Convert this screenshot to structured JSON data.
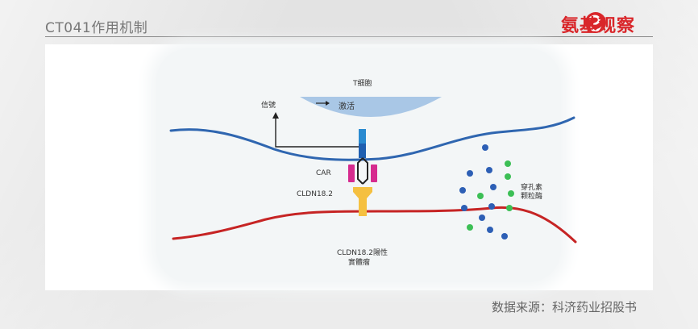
{
  "header": {
    "title": "CT041作用机制",
    "logo_text": "氨基观察"
  },
  "diagram": {
    "t_cell_label": "T细胞",
    "activation_label": "激活",
    "signal_label": "信號",
    "car_label": "CAR",
    "target_label": "CLDN18.2",
    "perforin_label_line1": "穿孔素",
    "perforin_label_line2": "颗粒酶",
    "tumor_label_line1": "CLDN18.2陽性",
    "tumor_label_line2": "實體瘤"
  },
  "colors": {
    "t_cell_membrane": "#2f66b0",
    "tumor_membrane": "#c62424",
    "t_cell_body": "#a9c7e6",
    "car_domain": "#d62b8e",
    "antigen": "#f5c040",
    "receptor_stalk": "#2a8ad0",
    "granule_blue": "#2d5fb5",
    "granule_green": "#3cbf55",
    "logo_red": "#d9262a"
  },
  "footer": {
    "source": "数据来源：科济药业招股书"
  }
}
